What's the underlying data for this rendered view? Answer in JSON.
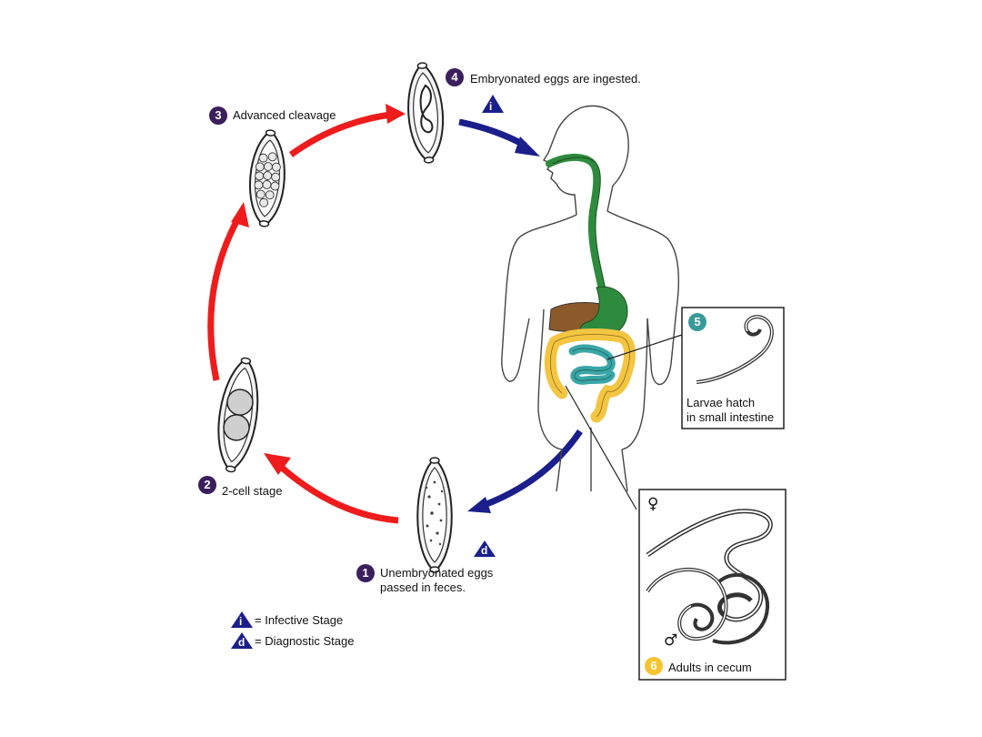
{
  "stages": [
    {
      "number": "1",
      "label_lines": [
        "Unembryonated eggs",
        "passed in feces."
      ]
    },
    {
      "number": "2",
      "label_lines": [
        "2-cell stage"
      ]
    },
    {
      "number": "3",
      "label_lines": [
        "Advanced cleavage"
      ]
    },
    {
      "number": "4",
      "label_lines": [
        "Embryonated eggs are ingested."
      ]
    },
    {
      "number": "5",
      "label_lines": [
        "Larvae hatch",
        "in small intestine"
      ]
    },
    {
      "number": "6",
      "label_lines": [
        "Adults in cecum"
      ]
    }
  ],
  "markers": {
    "infective": "i",
    "diagnostic": "d"
  },
  "legend": {
    "infective": {
      "symbol": "i",
      "text": "= Infective Stage"
    },
    "diagnostic": {
      "symbol": "d",
      "text": "= Diagnostic Stage"
    }
  },
  "sex_symbols": {
    "female": "♀",
    "male": "♂"
  },
  "colors": {
    "stage_circle": "#3b1f5c",
    "stage5_circle": "#3a9a9a",
    "stage6_circle": "#f5c531",
    "red_arrow": "#ee1c1c",
    "blue_arrow": "#1a1f8c",
    "esophagus_stomach": "#2e8b3e",
    "liver": "#8b5a2b",
    "colon": "#f4c542",
    "small_intestine": "#3aa6a6"
  }
}
